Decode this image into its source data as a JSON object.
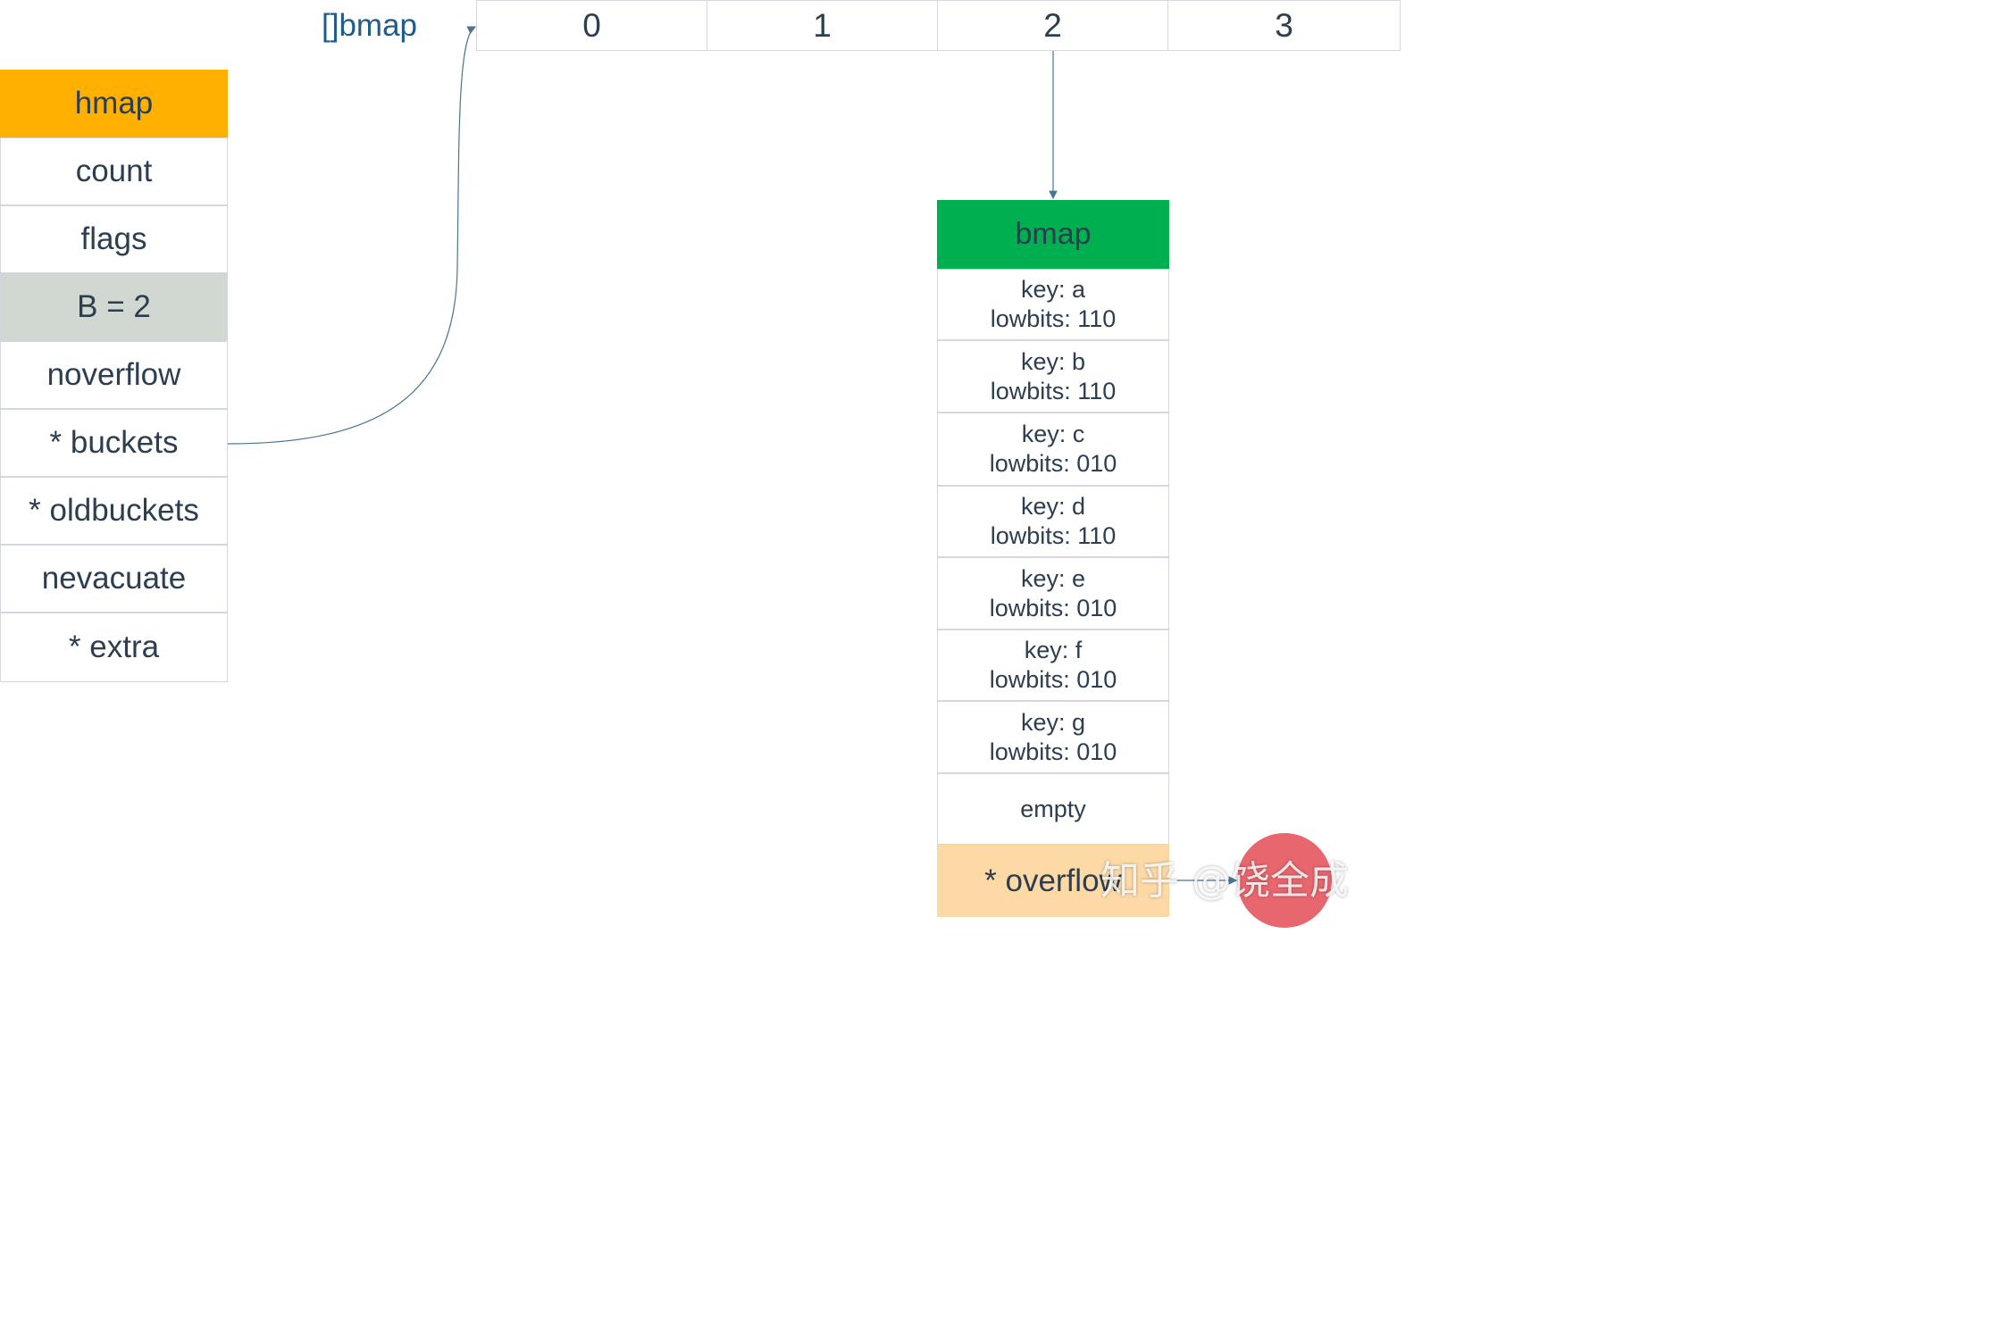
{
  "hmap": {
    "title": "hmap",
    "fields": [
      "count",
      "flags",
      "B = 2",
      "noverflow",
      "* buckets",
      "* oldbuckets",
      "nevacuate",
      "* extra"
    ]
  },
  "bucket_array": {
    "label": "[]bmap",
    "indices": [
      "0",
      "1",
      "2",
      "3"
    ]
  },
  "bmap": {
    "title": "bmap",
    "entries": [
      {
        "key": "key: a",
        "lowbits": "lowbits: 110"
      },
      {
        "key": "key: b",
        "lowbits": "lowbits: 110"
      },
      {
        "key": "key: c",
        "lowbits": "lowbits: 010"
      },
      {
        "key": "key: d",
        "lowbits": "lowbits: 110"
      },
      {
        "key": "key: e",
        "lowbits": "lowbits: 010"
      },
      {
        "key": "key: f",
        "lowbits": "lowbits: 010"
      },
      {
        "key": "key: g",
        "lowbits": "lowbits: 010"
      }
    ],
    "empty_label": "empty",
    "overflow_label": "* overflow"
  },
  "watermark": "知乎 @饶全成",
  "colors": {
    "hmap_header": "#ffb000",
    "highlight_field": "#d1d8d2",
    "bmap_header": "#00b050",
    "overflow_cell": "#fdd9a6",
    "connector": "#4a7590",
    "array_label": "#1f5c8b",
    "overflow_target": "#e8666d"
  }
}
